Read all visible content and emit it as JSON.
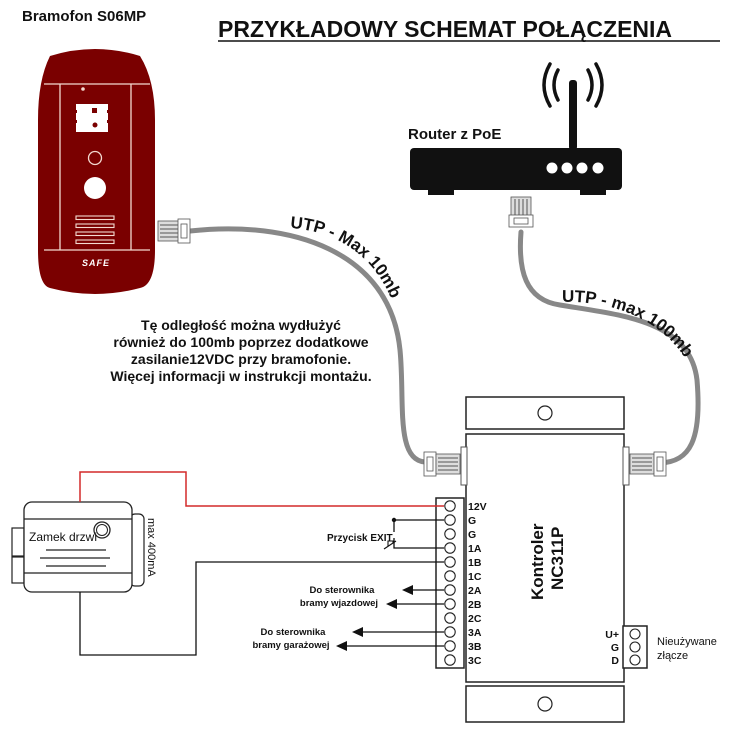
{
  "title": "PRZYKŁADOWY SCHEMAT POŁĄCZENIA",
  "intercom": {
    "label": "Bramofon S06MP",
    "brand": "SAFE",
    "color": "#7a0000"
  },
  "router": {
    "label": "Router z PoE"
  },
  "cables": {
    "intercom_cable_label": "UTP - Max 10mb",
    "router_cable_label": "UTP - max 100mb"
  },
  "note": {
    "lines": [
      "Tę odległość można wydłużyć",
      "również do 100mb poprzez dodatkowe",
      "zasilanie12VDC przy bramofonie.",
      "Więcej informacji w instrukcji montażu."
    ]
  },
  "controller": {
    "name_line1": "Kontroler",
    "name_line2": "NC311P",
    "terminals": [
      "12V",
      "G",
      "G",
      "1A",
      "1B",
      "1C",
      "2A",
      "2B",
      "2C",
      "3A",
      "3B",
      "3C"
    ],
    "aux_terminals": [
      "U+",
      "G",
      "D"
    ],
    "aux_label_line1": "Nieużywane",
    "aux_label_line2": "złącze"
  },
  "door_lock": {
    "label": "Zamek drzwi",
    "current": "max 400mA"
  },
  "exit_button": {
    "label": "Przycisk EXIT"
  },
  "gate_outputs": [
    {
      "line1": "Do sterownika",
      "line2": "bramy wjazdowej"
    },
    {
      "line1": "Do sterownika",
      "line2": "bramy garażowej"
    }
  ],
  "colors": {
    "intercom_body": "#7a0000",
    "power_wire": "#d42a2a",
    "cable": "#888888"
  }
}
